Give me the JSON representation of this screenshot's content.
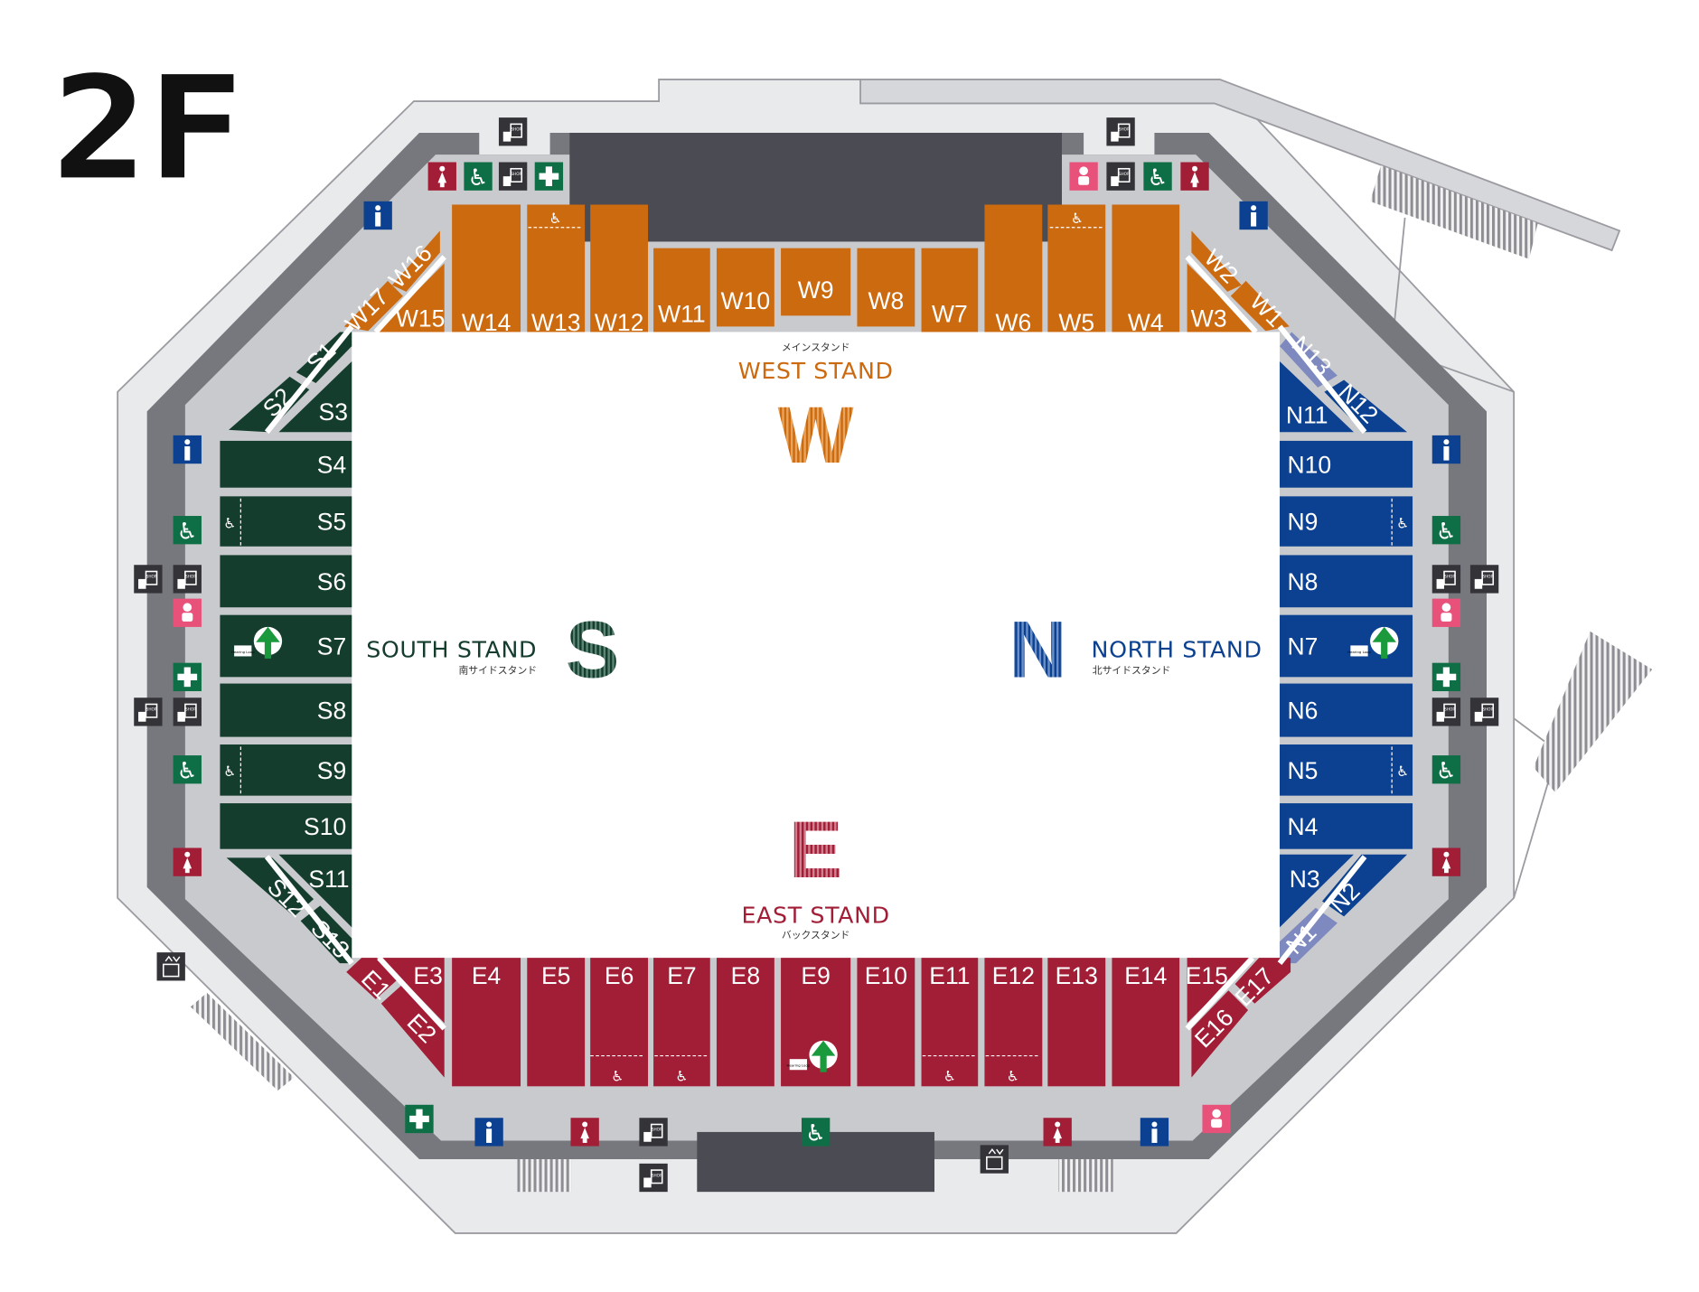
{
  "floor_label": "2F",
  "colors": {
    "west": "#cc6a10",
    "south": "#143d2e",
    "north": "#0b4190",
    "north_light": "#7d89bf",
    "east": "#a21d36",
    "concourse": "#c9cacd",
    "outer": "#e9eaec",
    "band": "#77777e"
  },
  "stands": {
    "west": {
      "name": "WEST STAND",
      "subtitle": "メインスタンド",
      "letter": "W"
    },
    "south": {
      "name": "SOUTH STAND",
      "subtitle": "南サイドスタンド",
      "letter": "S"
    },
    "north": {
      "name": "NORTH STAND",
      "subtitle": "北サイドスタンド",
      "letter": "N"
    },
    "east": {
      "name": "EAST STAND",
      "subtitle": "バックスタンド",
      "letter": "E"
    }
  },
  "sections": {
    "W1": "W1",
    "W2": "W2",
    "W3": "W3",
    "W4": "W4",
    "W5": "W5",
    "W6": "W6",
    "W7": "W7",
    "W8": "W8",
    "W9": "W9",
    "W10": "W10",
    "W11": "W11",
    "W12": "W12",
    "W13": "W13",
    "W14": "W14",
    "W15": "W15",
    "W16": "W16",
    "W17": "W17",
    "E1": "E1",
    "E2": "E2",
    "E3": "E3",
    "E4": "E4",
    "E5": "E5",
    "E6": "E6",
    "E7": "E7",
    "E8": "E8",
    "E9": "E9",
    "E10": "E10",
    "E11": "E11",
    "E12": "E12",
    "E13": "E13",
    "E14": "E14",
    "E15": "E15",
    "E16": "E16",
    "E17": "E17",
    "S1": "S1",
    "S2": "S2",
    "S3": "S3",
    "S4": "S4",
    "S5": "S5",
    "S6": "S6",
    "S7": "S7",
    "S8": "S8",
    "S9": "S9",
    "S10": "S10",
    "S11": "S11",
    "S12": "S12",
    "S13": "S13",
    "N1": "N1",
    "N2": "N2",
    "N3": "N3",
    "N4": "N4",
    "N5": "N5",
    "N6": "N6",
    "N7": "N7",
    "N8": "N8",
    "N9": "N9",
    "N10": "N10",
    "N11": "N11",
    "N12": "N12",
    "N13": "N13"
  },
  "icon_text": {
    "shop": "SHOP",
    "hearing_loop": "Hearing Loop"
  }
}
